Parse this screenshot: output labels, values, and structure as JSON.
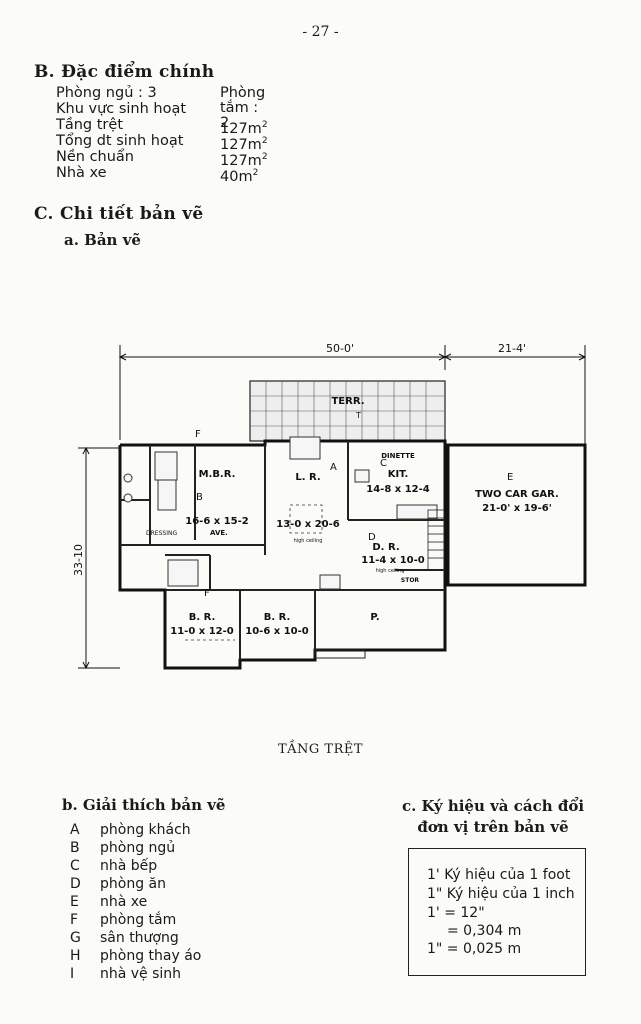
{
  "page_number": "- 27 -",
  "section_b": {
    "title": "B. Đặc điểm chính",
    "rows": [
      {
        "label": "Phòng ngủ : 3",
        "value": "Phòng tắm : 2"
      },
      {
        "label": "Khu vực sinh hoạt",
        "value": ""
      },
      {
        "label": "Tầng trệt",
        "value": "127m",
        "unit_sup": "2"
      },
      {
        "label": "Tổng dt sinh hoạt",
        "value": "127m",
        "unit_sup": "2"
      },
      {
        "label": "Nền chuẩn",
        "value": "127m",
        "unit_sup": "2"
      },
      {
        "label": "Nhà xe",
        "value": "40m",
        "unit_sup": "2"
      }
    ]
  },
  "section_c": {
    "title": "C. Chi tiết bản vẽ",
    "sub_a": "a. Bản vẽ"
  },
  "plan": {
    "dim_width": "50-0'",
    "dim_garage": "21-4'",
    "dim_depth": "33-10",
    "terrace": "TERR.",
    "dinette": "DINETTE",
    "kit_name": "KIT.",
    "kit_size": "14-8 x 12-4",
    "garage_name": "TWO CAR GAR.",
    "garage_size": "21-0' x 19-6'",
    "mbr_name": "M.B.R.",
    "mbr_size": "16-6 x 15-2",
    "lr_name": "L. R.",
    "lr_size": "13-0 x 20-6",
    "high_ceiling": "high ceiling",
    "dressing": "DRESSING",
    "ave": "AVE.",
    "dr_name": "D. R.",
    "dr_size": "11-4 x 10-0",
    "stor": "STOR",
    "br1_name": "B. R.",
    "br1_size": "11-0 x 12-0",
    "br2_name": "B. R.",
    "br2_size": "10-6 x 10-0",
    "porch": "P.",
    "tag_a": "A",
    "tag_b": "B",
    "tag_c": "C",
    "tag_d": "D",
    "tag_e": "E",
    "tag_f": "F",
    "tag_t": "T"
  },
  "caption": "TẦNG TRỆT",
  "section_b2": {
    "title": "b. Giải thích bản vẽ",
    "items": [
      {
        "key": "A",
        "text": "phòng khách"
      },
      {
        "key": "B",
        "text": "phòng ngủ"
      },
      {
        "key": "C",
        "text": "nhà bếp"
      },
      {
        "key": "D",
        "text": "phòng ăn"
      },
      {
        "key": "E",
        "text": "nhà xe"
      },
      {
        "key": "F",
        "text": "phòng tắm"
      },
      {
        "key": "G",
        "text": "sân thượng"
      },
      {
        "key": "H",
        "text": "phòng thay áo"
      },
      {
        "key": "I",
        "text": "nhà vệ sinh"
      }
    ]
  },
  "section_c2": {
    "title_line1": "c. Ký hiệu và cách đổi",
    "title_line2": "đơn vị trên bản vẽ",
    "lines": [
      "1' Ký hiệu của 1 foot",
      "1\" Ký hiệu của 1 inch",
      "1'  = 12\"",
      "= 0,304 m",
      "1\"  = 0,025 m"
    ]
  }
}
